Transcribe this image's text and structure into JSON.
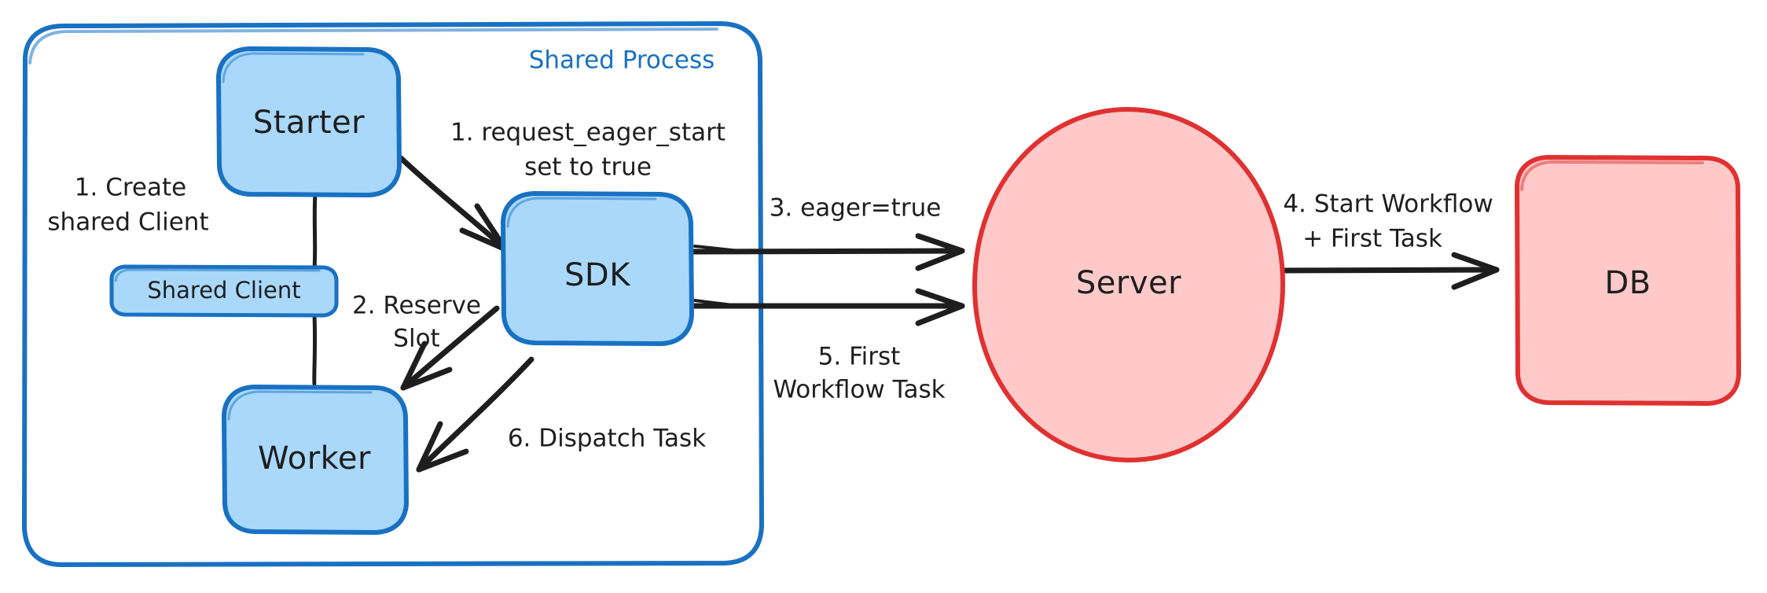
{
  "diagram": {
    "title": "Shared Process Eager Workflow Start",
    "background": "#ffffff",
    "colors": {
      "blue_fill": "#a9d8fb",
      "blue_stroke": "#1971c2",
      "red_fill": "#ffc9c9",
      "red_stroke": "#e03131",
      "ink": "#1e1e1e"
    },
    "frames": [
      {
        "id": "shared-process",
        "label": "Shared Process",
        "label_color": "#1971c2",
        "shape": "rounded-rect",
        "stroke": "#1971c2"
      }
    ],
    "nodes": [
      {
        "id": "starter",
        "label": "Starter",
        "shape": "rounded-rect",
        "fill": "#a9d8fb",
        "stroke": "#1971c2"
      },
      {
        "id": "shared-client",
        "label": "Shared Client",
        "shape": "rounded-rect",
        "fill": "#a9d8fb",
        "stroke": "#1971c2"
      },
      {
        "id": "worker",
        "label": "Worker",
        "shape": "rounded-rect",
        "fill": "#a9d8fb",
        "stroke": "#1971c2"
      },
      {
        "id": "sdk",
        "label": "SDK",
        "shape": "rounded-rect",
        "fill": "#a9d8fb",
        "stroke": "#1971c2"
      },
      {
        "id": "server",
        "label": "Server",
        "shape": "ellipse",
        "fill": "#ffc9c9",
        "stroke": "#e03131"
      },
      {
        "id": "db",
        "label": "DB",
        "shape": "rounded-rect",
        "fill": "#ffc9c9",
        "stroke": "#e03131"
      }
    ],
    "edges": [
      {
        "id": "edge-create-shared-client",
        "from": "starter",
        "to": "worker",
        "arrow": false,
        "label_lines": [
          "1. Create",
          "shared Client"
        ],
        "step": "1"
      },
      {
        "id": "edge-request-eager-start",
        "from": "starter",
        "to": "sdk",
        "arrow": true,
        "label_lines": [
          "1. request_eager_start",
          "set to true"
        ],
        "step": "1"
      },
      {
        "id": "edge-reserve-slot",
        "from": "sdk",
        "to": "worker",
        "arrow": true,
        "label_lines": [
          "2. Reserve",
          "Slot"
        ],
        "step": "2"
      },
      {
        "id": "edge-eager-true",
        "from": "sdk",
        "to": "server",
        "arrow": true,
        "label_lines": [
          "3. eager=true"
        ],
        "step": "3"
      },
      {
        "id": "edge-start-workflow",
        "from": "server",
        "to": "db",
        "arrow": true,
        "label_lines": [
          "4. Start Workflow",
          "+ First Task"
        ],
        "step": "4"
      },
      {
        "id": "edge-first-workflow-task",
        "from": "server",
        "to": "sdk",
        "arrow": true,
        "label_lines": [
          "5. First",
          "Workflow Task"
        ],
        "step": "5"
      },
      {
        "id": "edge-dispatch-task",
        "from": "sdk",
        "to": "worker",
        "arrow": true,
        "label_lines": [
          "6. Dispatch Task"
        ],
        "step": "6"
      }
    ],
    "labels": {
      "shared_process": "Shared Process",
      "starter": "Starter",
      "shared_client": "Shared Client",
      "worker": "Worker",
      "sdk": "SDK",
      "server": "Server",
      "db": "DB",
      "step1a_line1": "1. Create",
      "step1a_line2": "shared Client",
      "step1b_line1": "1. request_eager_start",
      "step1b_line2": "set to true",
      "step2_line1": "2. Reserve",
      "step2_line2": "Slot",
      "step3_line1": "3. eager=true",
      "step4_line1": "4. Start Workflow",
      "step4_line2": "+ First Task",
      "step5_line1": "5. First",
      "step5_line2": "Workflow Task",
      "step6_line1": "6. Dispatch Task"
    }
  }
}
